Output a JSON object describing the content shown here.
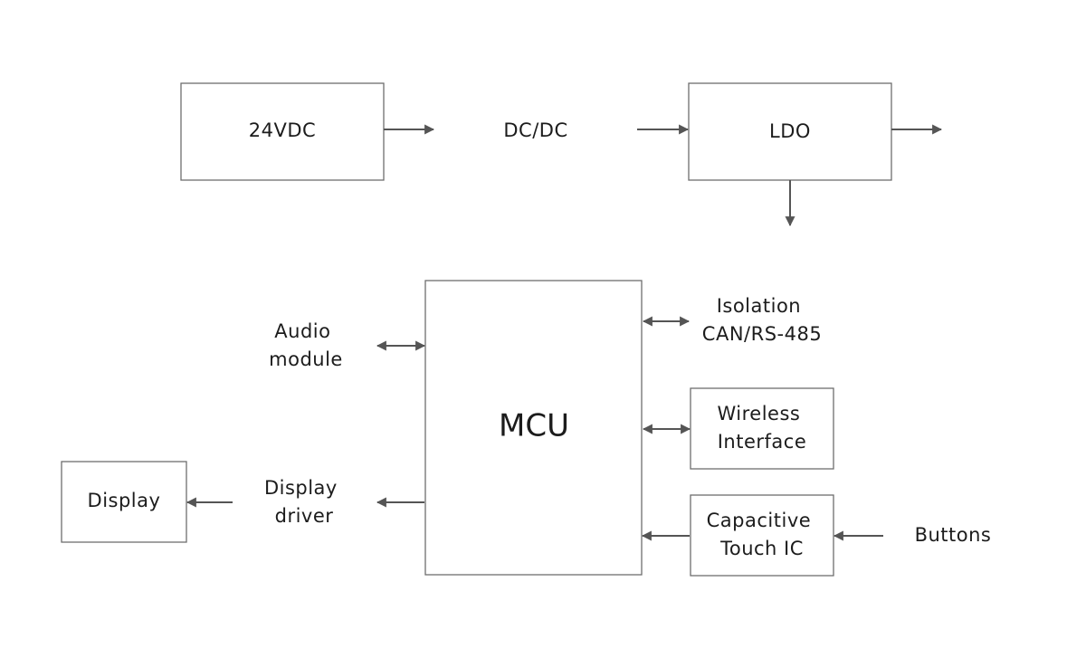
{
  "diagram": {
    "power": {
      "supply": "24VDC",
      "converter": "DC/DC",
      "regulator": "LDO"
    },
    "mcu": "MCU",
    "audio": {
      "line1": "Audio",
      "line2": "module"
    },
    "display_driver": {
      "line1": "Display",
      "line2": "driver"
    },
    "display": "Display",
    "isolation": {
      "line1": "Isolation",
      "line2": "CAN/RS-485"
    },
    "wireless": {
      "line1": "Wireless",
      "line2": "Interface"
    },
    "touch": {
      "line1": "Capacitive",
      "line2": "Touch IC"
    },
    "buttons": "Buttons",
    "colors": {
      "stroke": "#6e6e6e",
      "arrow": "#555555",
      "text": "#1c1c1c",
      "background": "#ffffff"
    }
  }
}
